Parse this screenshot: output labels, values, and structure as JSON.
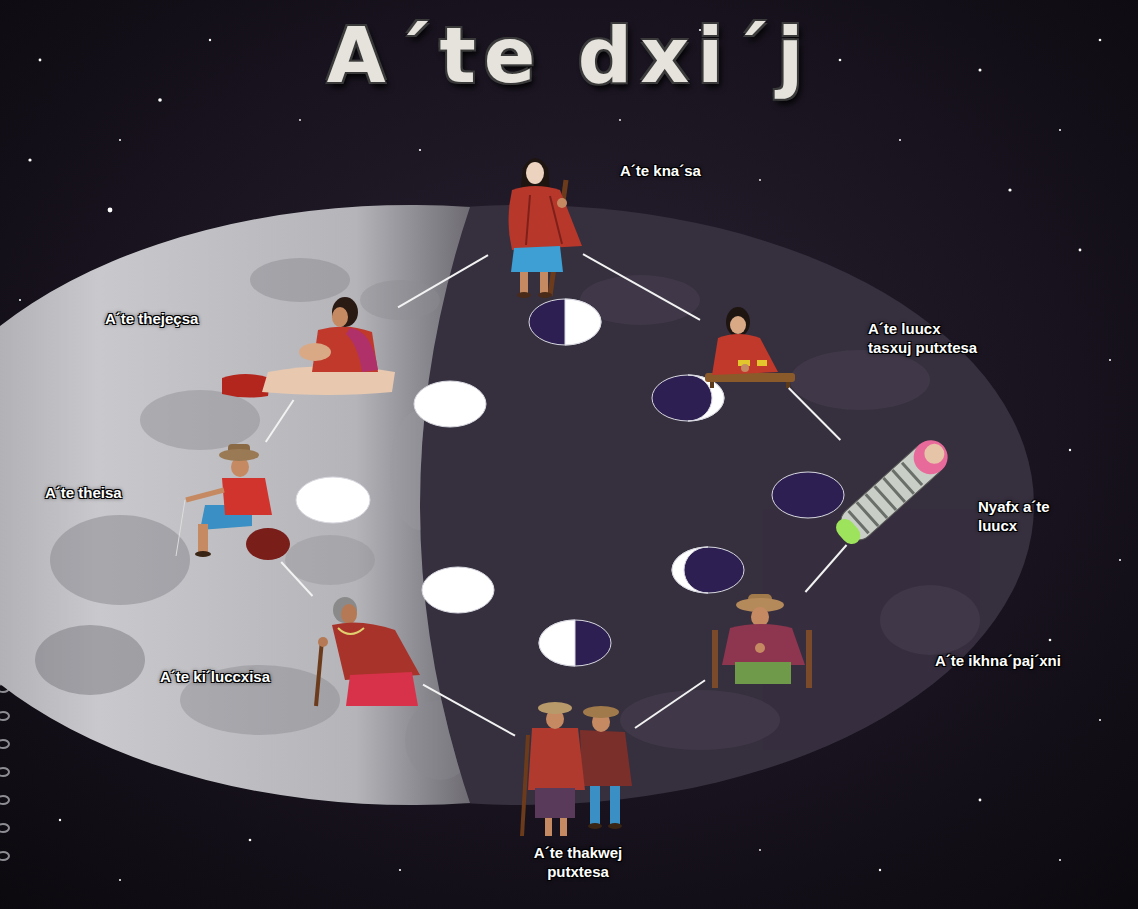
{
  "diagram": {
    "title": "A´te dxi´j",
    "nodes": [
      {
        "text": [
          "A´te kna´sa"
        ]
      },
      {
        "text": [
          "A´te luucx tasxuj putxtesa"
        ]
      },
      {
        "text": [
          "Nyafx a´te luucx"
        ]
      },
      {
        "text": [
          "A´te ikhna´paj´xni"
        ]
      },
      {
        "text": [
          "A´te thakwej putxtesa"
        ]
      },
      {
        "text": [
          "A´te ki´luccxisa"
        ]
      },
      {
        "text": [
          "A´te theisa"
        ]
      },
      {
        "text": [
          "A´te thejeçsa"
        ]
      }
    ],
    "edges": [
      {
        "from": 0,
        "to": 1,
        "arrow": "none"
      },
      {
        "from": 1,
        "to": 2,
        "arrow": "none"
      },
      {
        "from": 2,
        "to": 3,
        "arrow": "none"
      },
      {
        "from": 3,
        "to": 4,
        "arrow": "none"
      },
      {
        "from": 4,
        "to": 5,
        "arrow": "none"
      },
      {
        "from": 5,
        "to": 6,
        "arrow": "none"
      },
      {
        "from": 6,
        "to": 7,
        "arrow": "none"
      },
      {
        "from": 7,
        "to": 0,
        "arrow": "none"
      }
    ]
  }
}
